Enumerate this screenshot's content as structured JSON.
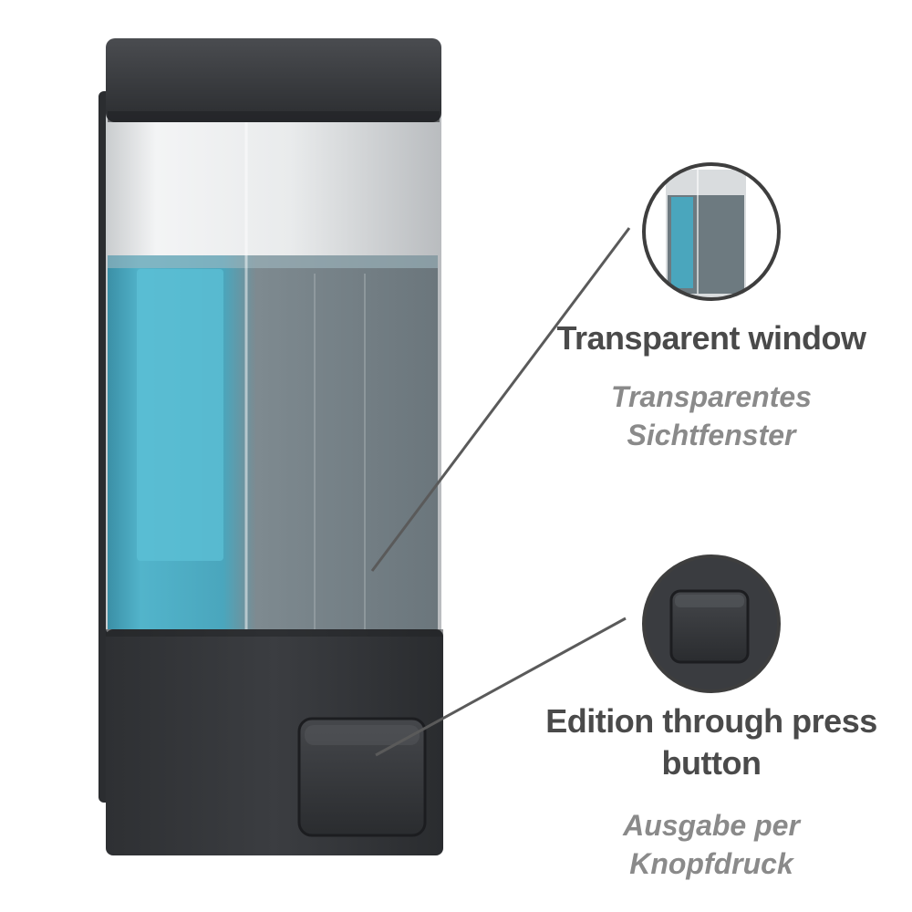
{
  "features": [
    {
      "title_lines": [
        "Transparent window"
      ],
      "subtitle_lines": [
        "Transparentes",
        "Sichtfenster"
      ],
      "icon": "transparent-window-detail"
    },
    {
      "title_lines": [
        "Edition through press",
        "button"
      ],
      "subtitle_lines": [
        "Ausgabe per",
        "Knopfdruck"
      ],
      "icon": "press-button-detail"
    }
  ],
  "colors": {
    "dispenser_body": "#34363a",
    "liquid": "#4aa6bd",
    "title_text": "#4a4a4a",
    "subtitle_text": "#8a8a8a",
    "callout_line": "#5a5a5a"
  }
}
